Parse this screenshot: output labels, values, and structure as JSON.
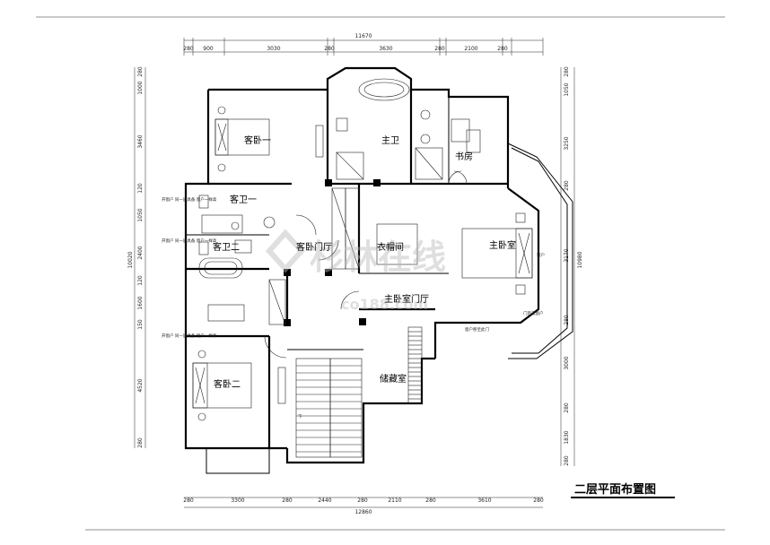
{
  "drawing": {
    "title": "二层平面布置图",
    "watermark": "杉林在线",
    "watermark_sub": "co188.com"
  },
  "rooms": {
    "guest_bed_1": "客卧一",
    "guest_bath_1": "客卫一",
    "guest_bath_2": "客卫二",
    "guest_hall": "客卧门厅",
    "guest_bed_2": "客卧二",
    "master_bath": "主卫",
    "study": "书房",
    "closet": "衣帽间",
    "master_bed": "主卧室",
    "master_hall": "主卧室门厅",
    "storage": "储藏室"
  },
  "dims_top": {
    "total": "11670",
    "segments": [
      "280",
      "900",
      "3030",
      "280",
      "3630",
      "280",
      "2100",
      "280"
    ]
  },
  "dims_bottom": {
    "total": "12860",
    "segments": [
      "280",
      "3300",
      "280",
      "2440",
      "280",
      "2110",
      "280",
      "3610",
      "280"
    ]
  },
  "dims_left": {
    "total": "10020",
    "segments": [
      "280",
      "1000",
      "3460",
      "120",
      "1050",
      "2400",
      "120",
      "1600",
      "150",
      "4520",
      "280"
    ]
  },
  "dims_right": {
    "total": "10980",
    "segments": [
      "280",
      "1050",
      "3250",
      "280",
      "3170",
      "280",
      "3000",
      "280",
      "1830",
      "280"
    ]
  },
  "notes": {
    "note_1": "开窗户 同一层具备 窗户一样高",
    "note_2": "开窗户 同一层具备 窗户一样高",
    "note_3": "开窗户 同一层具备 窗户一样高",
    "note_4": "窗户",
    "note_5": "门后或窗户",
    "note_6": "窗户移至此门",
    "stair_down": "下"
  }
}
